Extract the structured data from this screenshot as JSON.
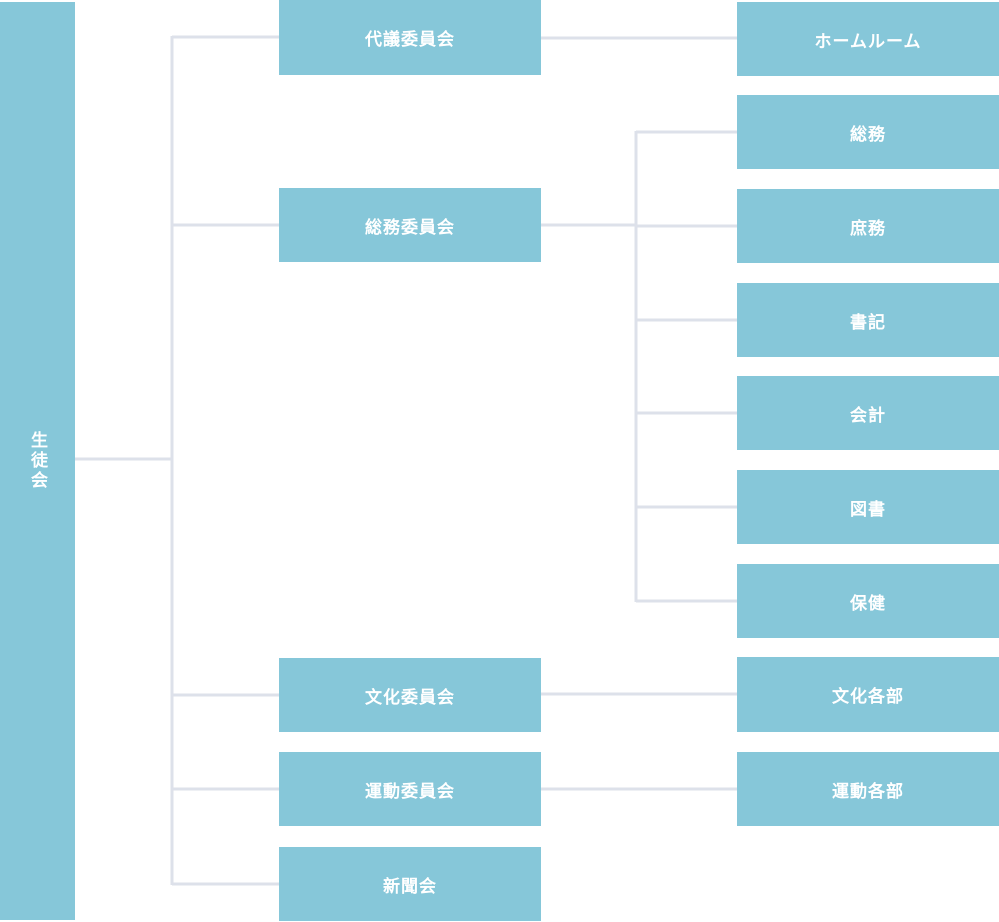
{
  "root": {
    "label": "生徒会"
  },
  "committees": {
    "daigi": "代議委員会",
    "somu": "総務委員会",
    "bunka": "文化委員会",
    "undo": "運動委員会",
    "shinbun": "新聞会"
  },
  "units": {
    "homeroom": "ホームルーム",
    "somu": "総務",
    "shomu": "庶務",
    "shoki": "書記",
    "kaikei": "会計",
    "tosho": "図書",
    "hoken": "保健",
    "bunka_kakubu": "文化各部",
    "undo_kakubu": "運動各部"
  },
  "colors": {
    "box": "#86c7d9",
    "text": "#ffffff",
    "line": "#dde1ea"
  }
}
